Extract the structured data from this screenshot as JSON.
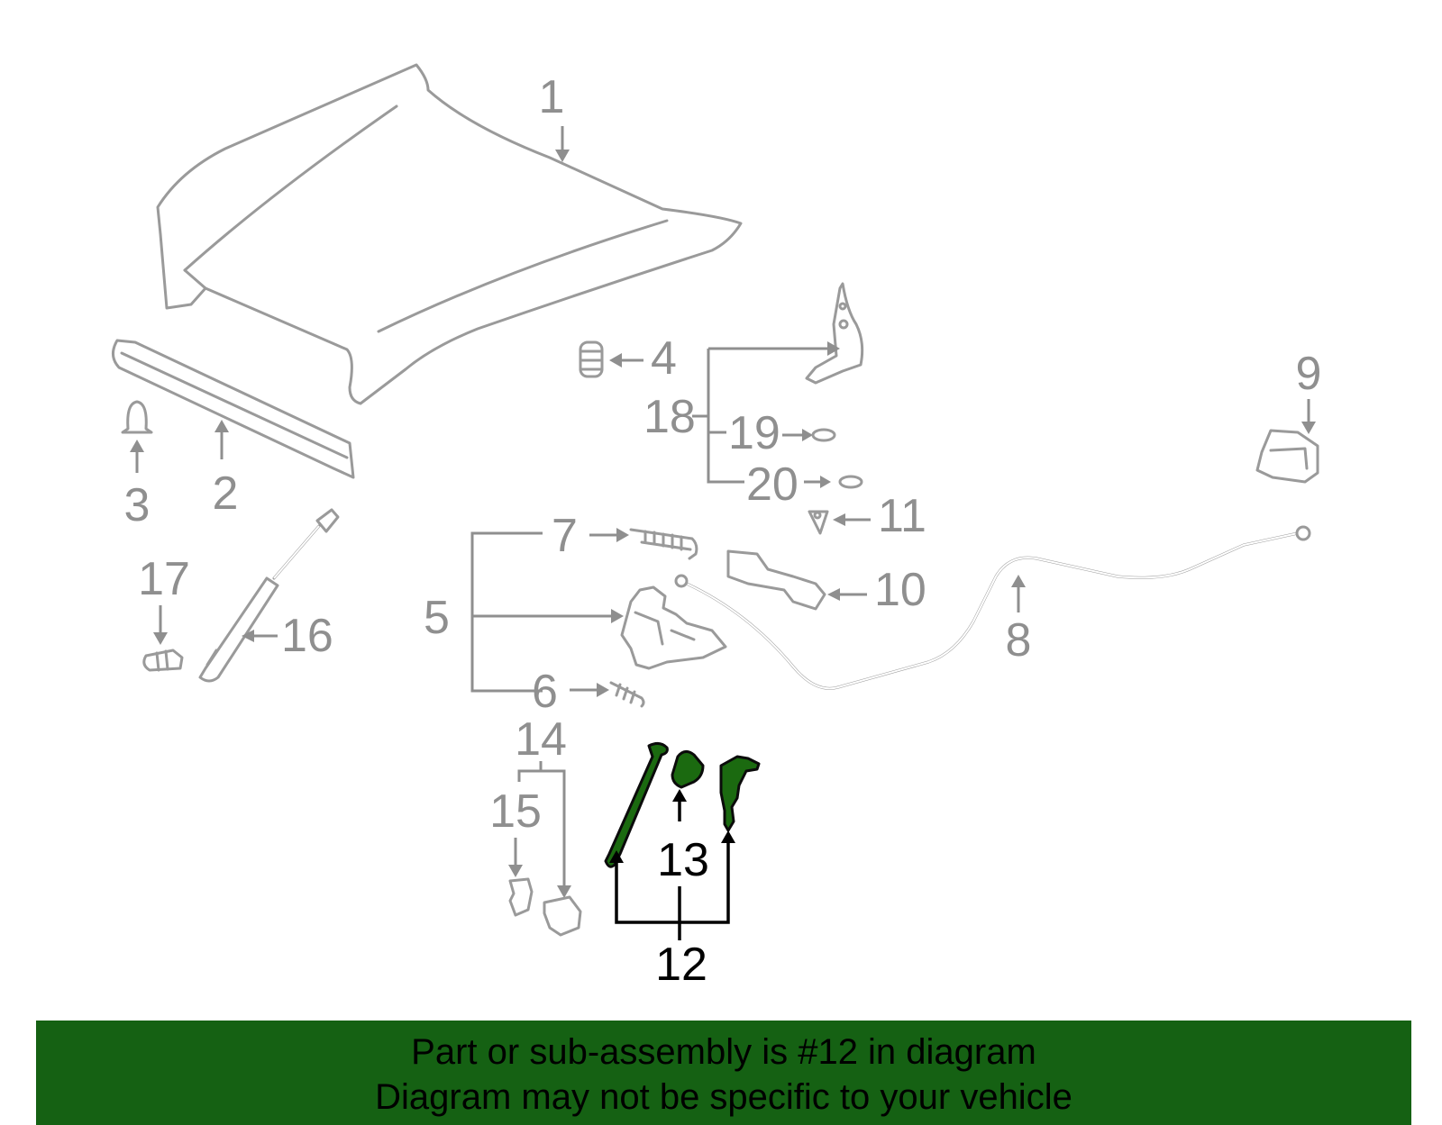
{
  "callouts": {
    "c1": "1",
    "c2": "2",
    "c3": "3",
    "c4": "4",
    "c5": "5",
    "c6": "6",
    "c7": "7",
    "c8": "8",
    "c9": "9",
    "c10": "10",
    "c11": "11",
    "c12": "12",
    "c13": "13",
    "c14": "14",
    "c15": "15",
    "c16": "16",
    "c17": "17",
    "c18": "18",
    "c19": "19",
    "c20": "20"
  },
  "highlighted_part": "12",
  "colors": {
    "highlight": "#1b6a10",
    "banner": "#156113",
    "line_art": "#9a9a9a"
  },
  "banner": {
    "line1": "Part or sub-assembly is #12 in diagram",
    "line2": "Diagram may not be specific to your vehicle"
  }
}
